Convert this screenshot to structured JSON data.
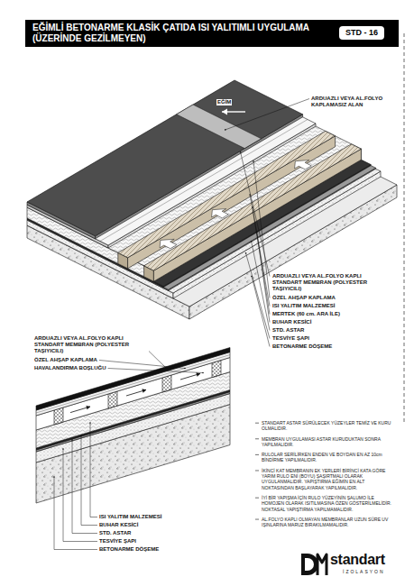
{
  "diagram": {
    "title": "EĞİMLİ BETONARME KLASİK ÇATIDA ISI YALITIMLI UYGULAMA (ÜZERİNDE GEZİLMEYEN)",
    "nodes": [
      {
        "text": [
          "STD - 16"
        ]
      }
    ],
    "labels": [
      "EĞİM",
      "ARDUAZLI VEYA AL.FOLYO KAPLAMASIZ ALAN",
      "ARDUAZLI VEYA AL.FOLYO KAPLI STANDART MEMBRAN (POLYESTER TAŞIYICILI)",
      "ÖZEL AHŞAP KAPLAMA",
      "ISI YALITIM MALZEMESİ",
      "MERTEK (60 cm. ARA İLE)",
      "BUHAR KESİCİ",
      "STD. ASTAR",
      "TESVİYE ŞAPI",
      "BETONARME DÖŞEME",
      "ARDUAZLI VEYA AL.FOLYO KAPLI STANDART MEMBRAN (POLYESTER TAŞIYICILI)",
      "ÖZEL AHŞAP KAPLAMA",
      "HAVALANDIRMA BOŞLUĞU",
      "ISI YALITIM MALZEMESİ",
      "BUHAR KESİCİ",
      "STD. ASTAR",
      "TESVİYE ŞAPI",
      "BETONARME DÖŞEME",
      "STANDART ASTAR SÜRÜLECEK YÜZEYLER TEMİZ VE KURU OLMALIDIR.",
      "MEMBRAN UYGULAMASI ASTAR KURUDUKTAN SONRA YAPILMALIDIR.",
      "RULOLAR SERİLİRKEN ENDEN VE BOYDAN EN AZ 10cm BİNDİRME YAPILMALIDIR.",
      "İKİNCİ KAT MEMBRANIN EK YERLERİ BİRİNCİ KATA GÖRE YARIM RULO ENİ (BOYU) ŞAŞIRTMALI OLARAK UYGULANMALIDIR. YAPIŞTIRMA EĞİMİN EN ALT NOKTASINDAN BAŞLAYARAK YAPILMALIDIR.",
      "İYİ BİR YAPIŞMA İÇİN RULO YÜZEYİNİN ŞALUMO İLE HOMOJEN OLARAK ISITILMASINA ÖZEN GÖSTERİLMELİDİR. NOKTASAL YAPIŞTIRMA YAPILMAMALIDIR.",
      "AL.FOLYO KAPLI OLMAYAN MEMBRANLAR UZUN SÜRE UV IŞINLARINA MARUZ BIRAKILMAMALIDIR.",
      "standart",
      "İZOLASYON"
    ]
  }
}
